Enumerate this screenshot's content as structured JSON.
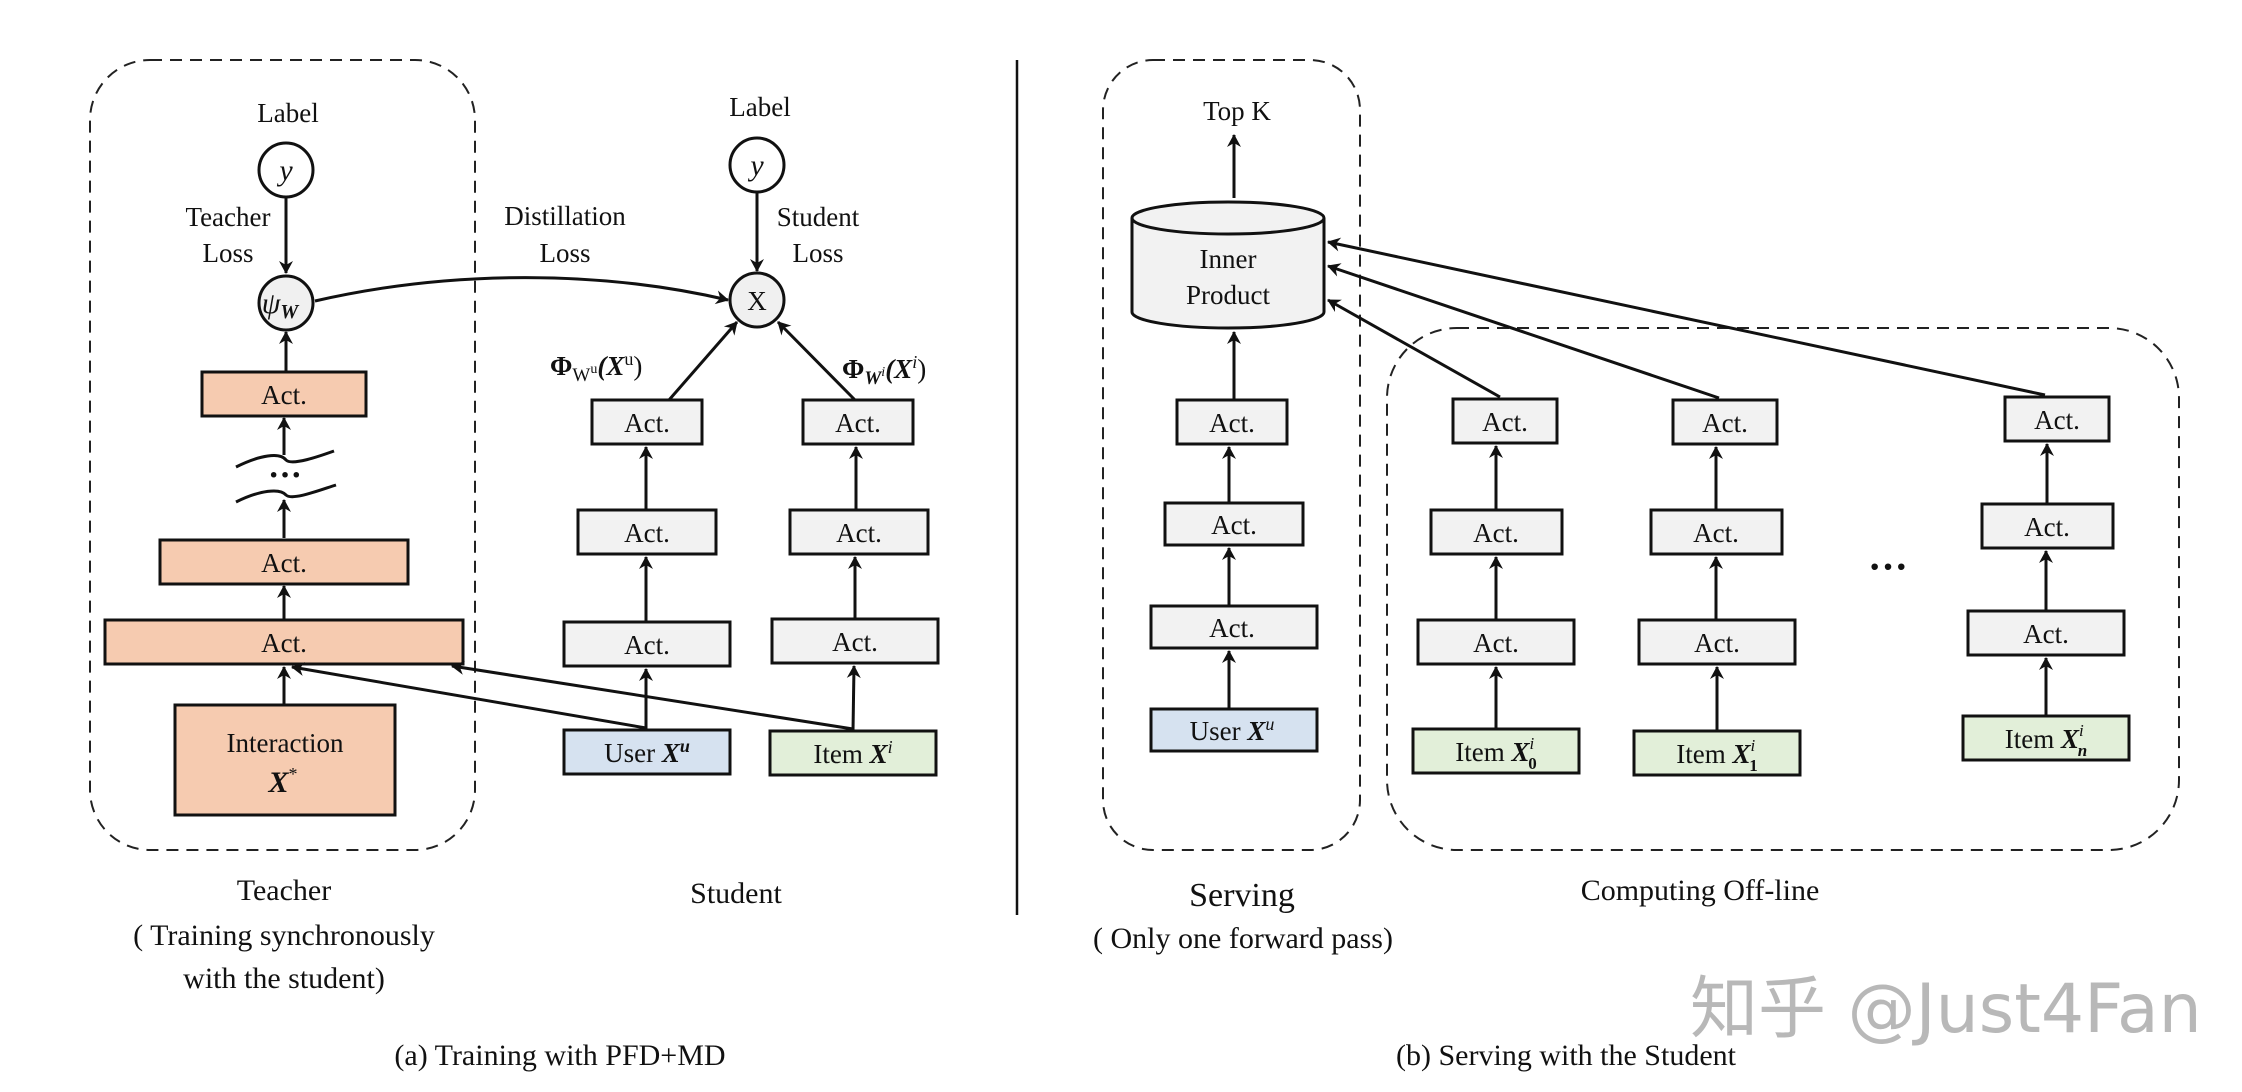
{
  "colors": {
    "teacher_fill": "#f6cbb0",
    "act_fill": "#f2f2f2",
    "user_fill": "#d6e2f0",
    "item_fill": "#e2efd9",
    "stroke": "#111111",
    "watermark": "#b8b8b8"
  },
  "training": {
    "teacher": {
      "label_top": "Label",
      "y_node": "y",
      "loss_label_1": "Teacher",
      "loss_label_2": "Loss",
      "psi_node": "ψ",
      "psi_sub": "W",
      "act_layers": [
        "Act.",
        "Act.",
        "Act."
      ],
      "ellipsis": "···",
      "interaction_line1": "Interaction",
      "interaction_line2": "X",
      "interaction_sup": "*",
      "caption_1": "Teacher",
      "caption_2": "( Training synchronously",
      "caption_3": "with the student)"
    },
    "distillation": {
      "line1": "Distillation",
      "line2": "Loss"
    },
    "student": {
      "label_top": "Label",
      "y_node": "y",
      "loss_label_1": "Student",
      "loss_label_2": "Loss",
      "product_node": "X",
      "phi_user": "Φ",
      "phi_user_sub": "W",
      "phi_user_subsup": "u",
      "phi_user_arg": "(X",
      "phi_user_argsup": "u",
      "phi_user_close": ")",
      "phi_item": "Φ",
      "phi_item_sub": "W",
      "phi_item_subsup": "i",
      "phi_item_arg": "(X",
      "phi_item_argsup": "i",
      "phi_item_close": ")",
      "user_tower": [
        "Act.",
        "Act.",
        "Act."
      ],
      "item_tower": [
        "Act.",
        "Act.",
        "Act."
      ],
      "user_input": "User ",
      "user_input_var": "X",
      "user_input_sup": "u",
      "item_input": "Item ",
      "item_input_var": "X",
      "item_input_sup": "i",
      "caption": "Student"
    },
    "subcaption": "(a) Training with PFD+MD"
  },
  "serving": {
    "top_k": "Top K",
    "inner_product_1": "Inner",
    "inner_product_2": "Product",
    "user_tower": [
      "Act.",
      "Act.",
      "Act."
    ],
    "user_input": "User ",
    "user_input_var": "X",
    "user_input_sup": "u",
    "caption_1": "Serving",
    "caption_2": "( Only one forward pass)",
    "offline": {
      "caption": "Computing Off-line",
      "ellipsis": "···",
      "towers": [
        {
          "layers": [
            "Act.",
            "Act.",
            "Act."
          ],
          "input": "Item ",
          "var": "X",
          "sup": "i",
          "sub": "0"
        },
        {
          "layers": [
            "Act.",
            "Act.",
            "Act."
          ],
          "input": "Item ",
          "var": "X",
          "sup": "i",
          "sub": "1"
        },
        {
          "layers": [
            "Act.",
            "Act.",
            "Act."
          ],
          "input": "Item ",
          "var": "X",
          "sup": "i",
          "sub": "n"
        }
      ]
    },
    "subcaption": "(b) Serving with the Student"
  },
  "watermark": "知乎 @Just4Fan"
}
